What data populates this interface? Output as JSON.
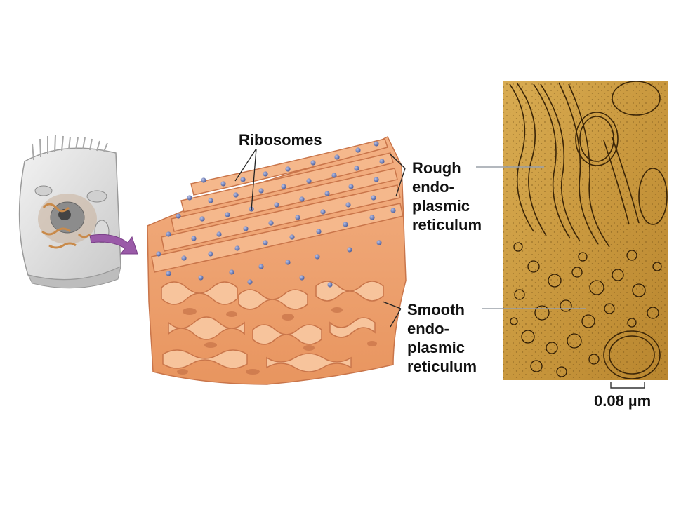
{
  "labels": {
    "ribosomes": "Ribosomes",
    "rough_er": [
      "Rough",
      "endo-",
      "plasmic",
      "reticulum"
    ],
    "smooth_er": [
      "Smooth",
      "endo-",
      "plasmic",
      "reticulum"
    ],
    "scale_bar": "0.08 µm"
  },
  "colors": {
    "er_membrane": "#f0a678",
    "er_highlight": "#f9c9a4",
    "er_shadow": "#c9754a",
    "ribosome": "#6f7fb6",
    "micrograph": "#d4a64a",
    "arrow": "#9a5aa8",
    "cell": "#e6e6e6"
  }
}
